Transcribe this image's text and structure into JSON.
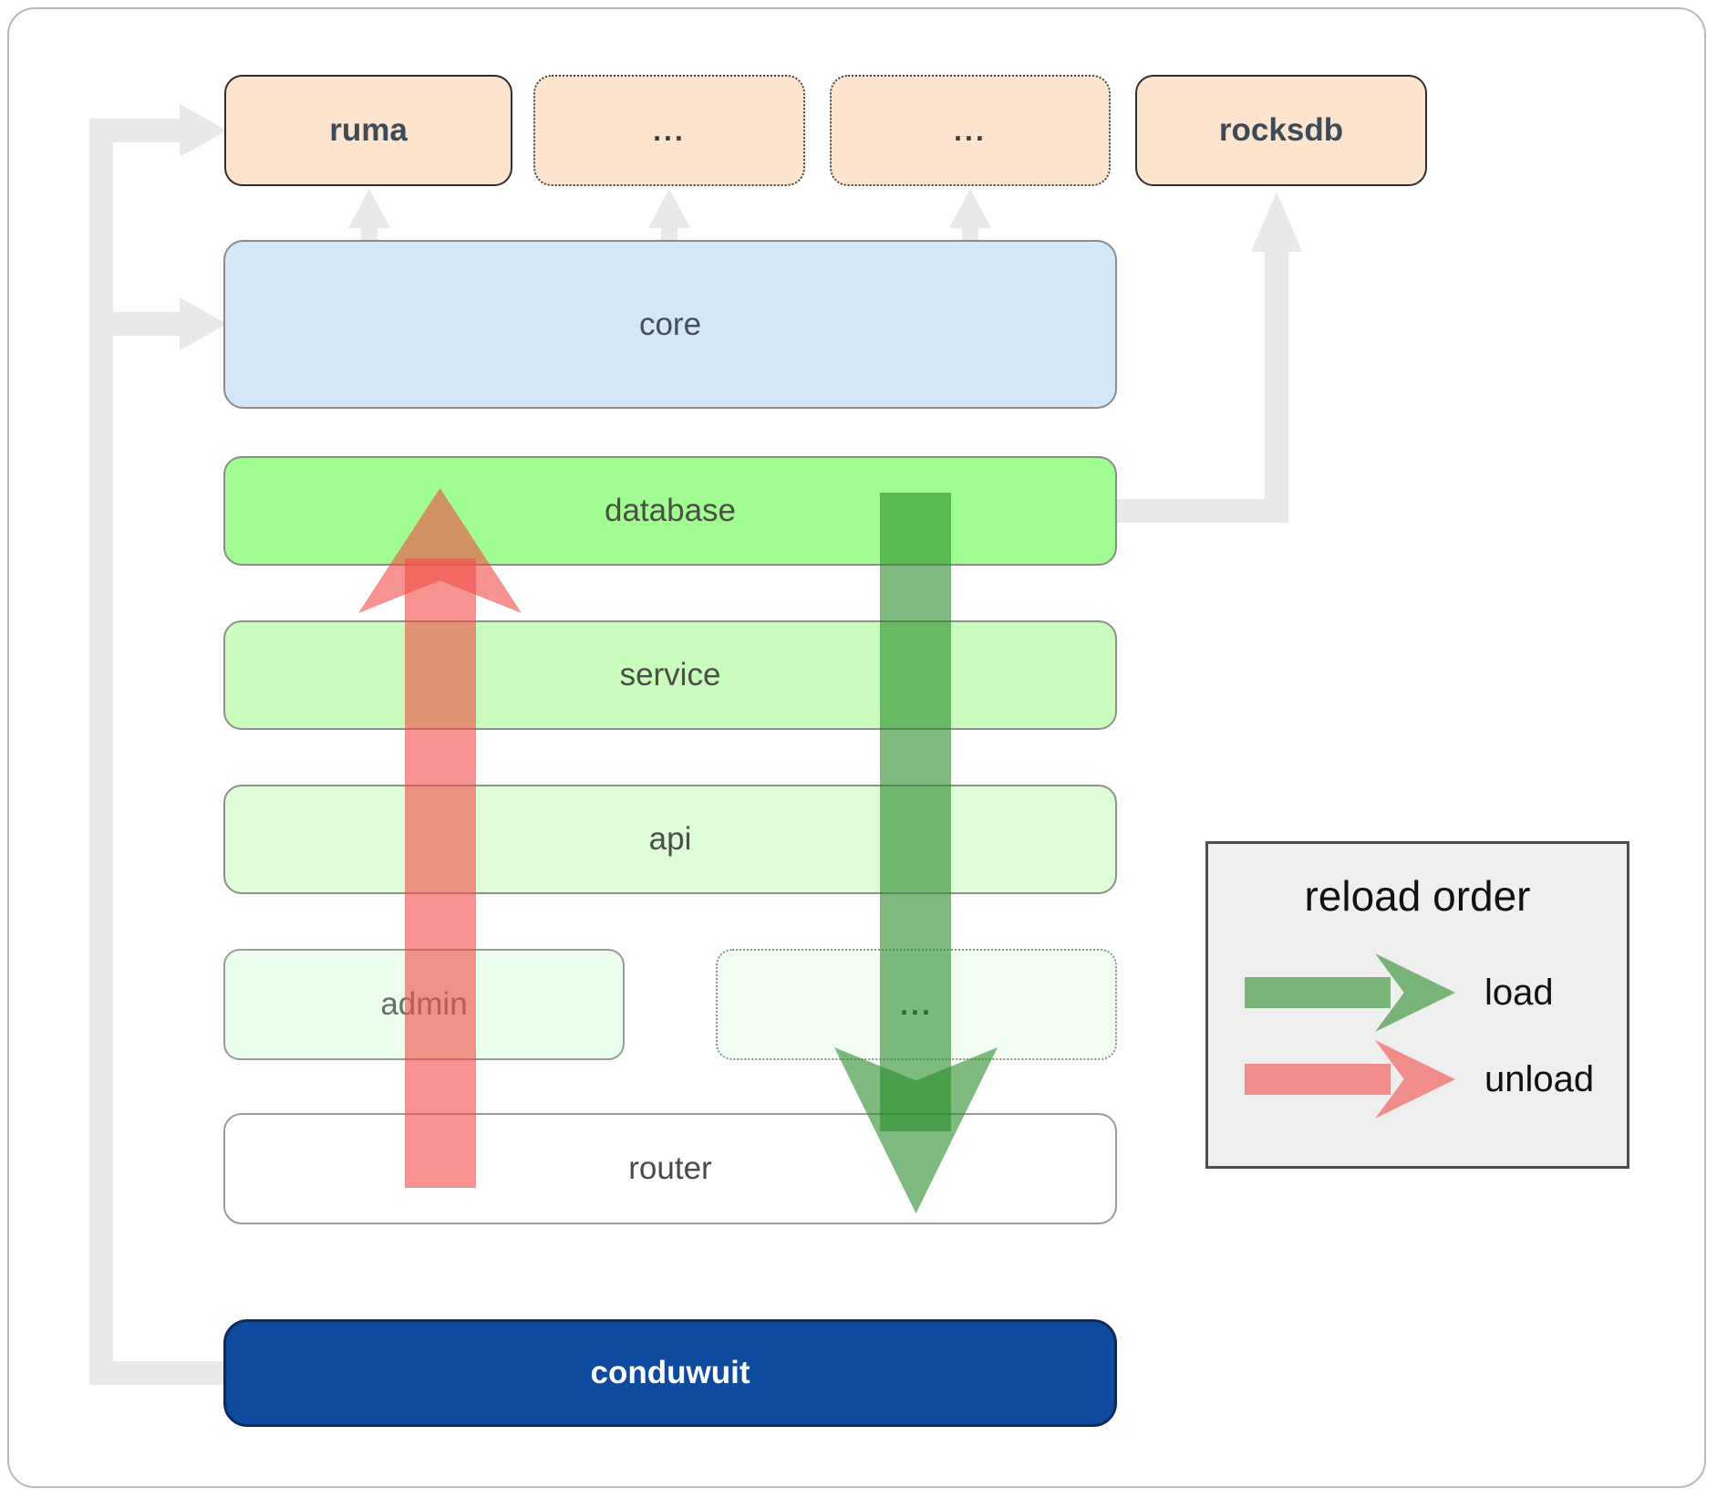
{
  "diagram": {
    "nodes": [
      {
        "id": "ruma",
        "label": "ruma",
        "kind": "external-crate"
      },
      {
        "id": "deps-1",
        "label": "...",
        "kind": "external-crate"
      },
      {
        "id": "deps-2",
        "label": "...",
        "kind": "external-crate"
      },
      {
        "id": "rocksdb",
        "label": "rocksdb",
        "kind": "external-crate"
      },
      {
        "id": "core",
        "label": "core",
        "kind": "layer"
      },
      {
        "id": "database",
        "label": "database",
        "kind": "layer"
      },
      {
        "id": "service",
        "label": "service",
        "kind": "layer"
      },
      {
        "id": "api",
        "label": "api",
        "kind": "layer"
      },
      {
        "id": "admin",
        "label": "admin",
        "kind": "layer"
      },
      {
        "id": "more-1",
        "label": "...",
        "kind": "layer"
      },
      {
        "id": "router",
        "label": "router",
        "kind": "layer"
      },
      {
        "id": "conduwuit",
        "label": "conduwuit",
        "kind": "binary"
      }
    ],
    "connectors": [
      {
        "from": "conduwuit",
        "to": "ruma",
        "style": "elbow-left-gray-arrow"
      },
      {
        "from": "conduwuit",
        "to": "core",
        "style": "elbow-left-gray-arrow"
      },
      {
        "from": "core",
        "to": "ruma",
        "style": "up-gray-arrow"
      },
      {
        "from": "core",
        "to": "deps-1",
        "style": "up-gray-arrow"
      },
      {
        "from": "core",
        "to": "deps-2",
        "style": "up-gray-arrow"
      },
      {
        "from": "database",
        "to": "rocksdb",
        "style": "elbow-right-gray-arrow"
      }
    ],
    "flows": [
      {
        "name": "load",
        "direction": "down",
        "from": "database",
        "to": "router",
        "color": "#288a28"
      },
      {
        "name": "unload",
        "direction": "up",
        "from": "router",
        "to": "database",
        "color": "#f04b46"
      }
    ],
    "legend": {
      "title": "reload order",
      "items": [
        {
          "label": "load",
          "color": "#288a28"
        },
        {
          "label": "unload",
          "color": "#f04b46"
        }
      ]
    },
    "colors": {
      "external_crate_fill": "#fce4cf",
      "core_fill": "#d4e7f9",
      "database_fill": "#a1fc91",
      "service_fill": "#c9fcbd",
      "api_fill": "#dffcd8",
      "admin_fill": "#ebfdeb",
      "more_fill": "#f3fef2",
      "router_fill": "#ffffff",
      "conduwuit_fill": "#0e4a9e",
      "connector_gray": "#e9e9e9",
      "legend_bg": "#efefef"
    }
  }
}
